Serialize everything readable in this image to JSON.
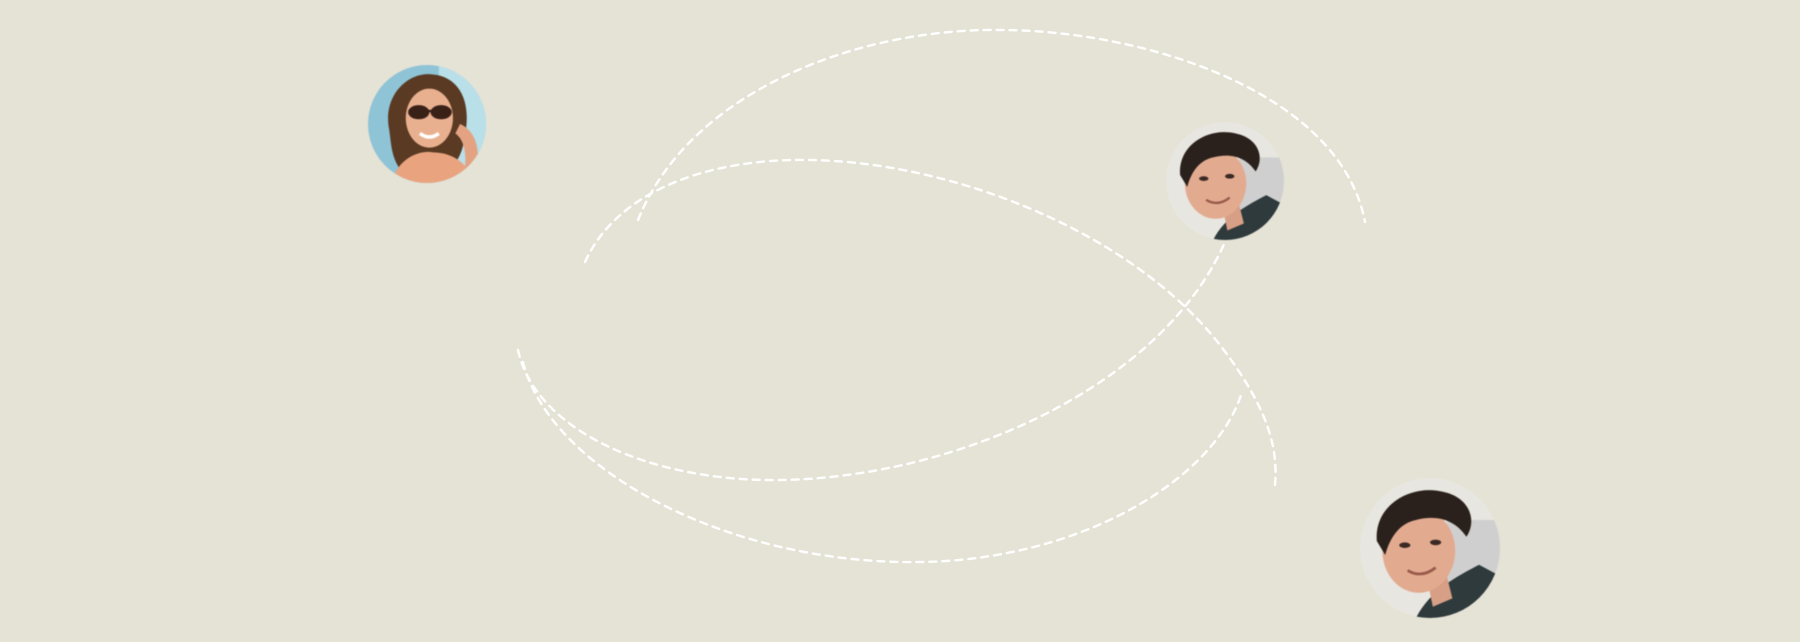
{
  "scene": {
    "background_color": "#e5e3d6",
    "path_color": "#ffffff",
    "avatars": [
      {
        "id": "avatar-woman",
        "icon": "woman-with-sunglasses-photo"
      },
      {
        "id": "avatar-man-1",
        "icon": "smiling-man-photo"
      },
      {
        "id": "avatar-man-2",
        "icon": "smiling-man-photo"
      }
    ]
  }
}
